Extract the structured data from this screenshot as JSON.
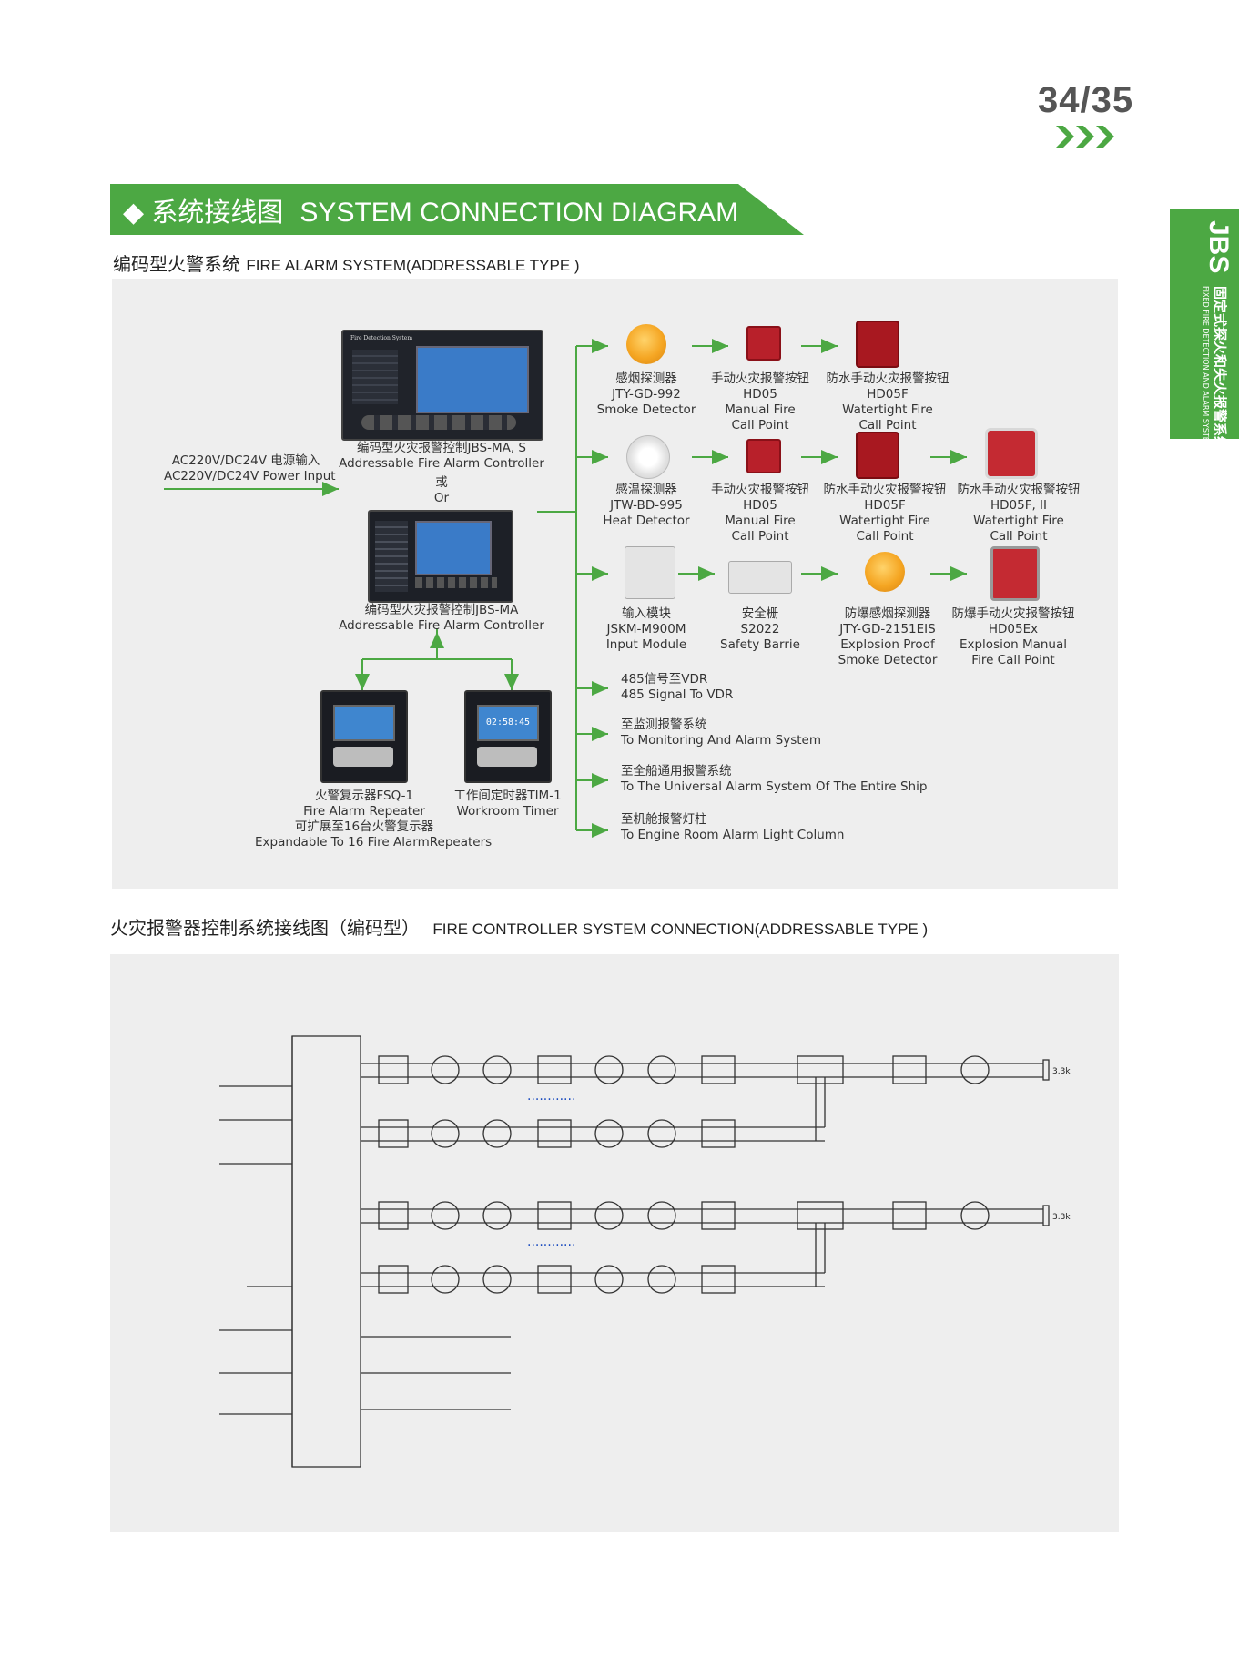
{
  "page": {
    "number": "34/35"
  },
  "side_tab": {
    "brand": "JBS",
    "cn": "固定式探火和失火报警系统",
    "en": "FIXED FIRE DETECTION AND ALARM SYSTEM"
  },
  "banner": {
    "cn": "系统接线图",
    "en": "SYSTEM CONNECTION DIAGRAM",
    "color": "#4ca843"
  },
  "section1": {
    "cn": "编码型火警系统",
    "en": "FIRE ALARM SYSTEM(ADDRESSABLE TYPE )"
  },
  "section2": {
    "cn": "火灾报警器控制系统接线图（编码型）",
    "en": "FIRE CONTROLLER SYSTEM CONNECTION(ADDRESSABLE TYPE )"
  },
  "diagram1": {
    "power": {
      "cn": "AC220V/DC24V 电源输入",
      "en": "AC220V/DC24V Power Input"
    },
    "controller_s": {
      "cn": "编码型火灾报警控制JBS-MA, S",
      "en": "Addressable Fire Alarm Controller",
      "screen_title": "Fire Detection System"
    },
    "or": {
      "cn": "或",
      "en": "Or"
    },
    "controller_ma": {
      "cn": "编码型火灾报警控制JBS-MA",
      "en": "Addressable Fire Alarm Controller"
    },
    "repeater": {
      "cn": "火警复示器FSQ-1",
      "en": "Fire Alarm Repeater",
      "note_cn": "可扩展至16台火警复示器",
      "note_en": "Expandable To 16 Fire AlarmRepeaters"
    },
    "timer": {
      "cn": "工作间定时器TIM-1",
      "en": "Workroom Timer",
      "display": "02:58:45"
    },
    "rows": [
      [
        {
          "cn": "感烟探测器",
          "model": "JTY-GD-992",
          "en1": "Smoke Detector",
          "en2": ""
        },
        {
          "cn": "手动火灾报警按钮",
          "model": "HD05",
          "en1": "Manual Fire",
          "en2": "Call Point"
        },
        {
          "cn": "防水手动火灾报警按钮",
          "model": "HD05F",
          "en1": "Watertight Fire",
          "en2": "Call Point"
        }
      ],
      [
        {
          "cn": "感温探测器",
          "model": "JTW-BD-995",
          "en1": "Heat Detector",
          "en2": ""
        },
        {
          "cn": "手动火灾报警按钮",
          "model": "HD05",
          "en1": "Manual Fire",
          "en2": "Call Point"
        },
        {
          "cn": "防水手动火灾报警按钮",
          "model": "HD05F",
          "en1": "Watertight Fire",
          "en2": "Call Point"
        },
        {
          "cn": "防水手动火灾报警按钮",
          "model": "HD05F, II",
          "en1": "Watertight Fire",
          "en2": "Call Point"
        }
      ],
      [
        {
          "cn": "输入模块",
          "model": "JSKM-M900M",
          "en1": "Input Module",
          "en2": ""
        },
        {
          "cn": "安全栅",
          "model": "S2022",
          "en1": "Safety Barrie",
          "en2": ""
        },
        {
          "cn": "防爆感烟探测器",
          "model": "JTY-GD-2151EIS",
          "en1": "Explosion Proof",
          "en2": "Smoke Detector"
        },
        {
          "cn": "防爆手动火灾报警按钮",
          "model": "HD05Ex",
          "en1": "Explosion Manual",
          "en2": "Fire Call Point"
        }
      ]
    ],
    "outputs": [
      {
        "cn": "485信号至VDR",
        "en": "485 Signal To VDR"
      },
      {
        "cn": "至监测报警系统",
        "en": "To Monitoring And Alarm System"
      },
      {
        "cn": "至全船通用报警系统",
        "en": "To The Universal Alarm System Of The Entire Ship"
      },
      {
        "cn": "至机舱报警灯柱",
        "en": "To Engine Room Alarm Light Column"
      }
    ]
  },
  "diagram2": {
    "res_label": "3.3k",
    "dots": "............"
  }
}
